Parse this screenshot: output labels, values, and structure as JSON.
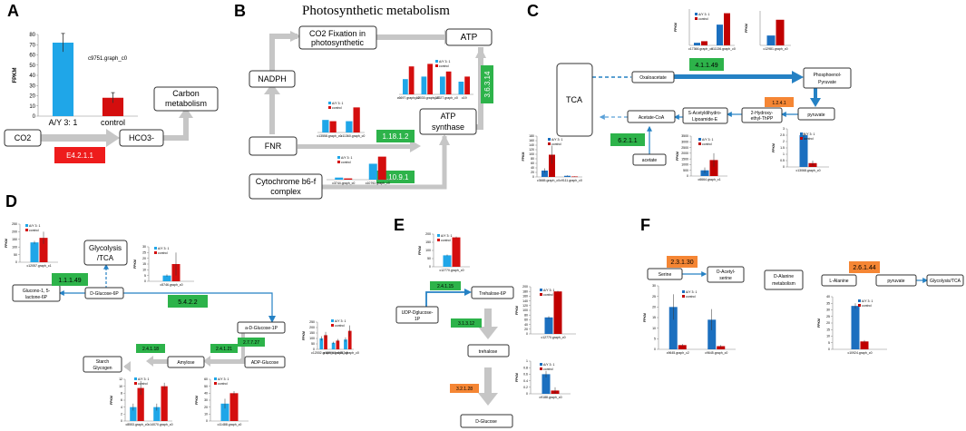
{
  "figure": {
    "title": "Photosynthetic metabolism",
    "panels": [
      "A",
      "B",
      "C",
      "D",
      "E",
      "F"
    ],
    "legend_a": "A/Y 3: 1",
    "legend_b": "control",
    "colors": {
      "a": "#1fa6e8",
      "b": "#d40e0e",
      "a_dark": "#1b6fbf",
      "b_dark": "#c00000",
      "green": "#2db34a",
      "red": "#ee1c1c",
      "orange": "#f58634",
      "arrow_gray": "#c6c6c6",
      "arrow_blue": "#2581c4"
    }
  },
  "nodes": {
    "a_co2": "CO2",
    "a_hco3": "HCO3-",
    "a_carbon": [
      "Carbon",
      "metabolism"
    ],
    "b_co2fix": [
      "CO2 Fixation in",
      "photosynthetic"
    ],
    "b_atp": "ATP",
    "b_nadph": "NADPH",
    "b_fnr": "FNR",
    "b_atps": [
      "ATP",
      "synthase"
    ],
    "b_cyt": [
      "Cytochrome b6-f",
      "complex"
    ],
    "c_tca": "TCA",
    "c_oxa": "Oxaloacetate",
    "c_pep": [
      "Phosphoenol-",
      "Pyruvate"
    ],
    "c_pyr": "pyruvate",
    "c_hyd": [
      "2-Hydroxy-",
      "ethyl-ThPP"
    ],
    "c_ace": [
      "S-Acetyldihydro-",
      "Lipoamide-E"
    ],
    "c_acoa": "Acetate-CoA",
    "c_acetate": "acetate",
    "d_gly": [
      "Glycolysis",
      "/TCA"
    ],
    "d_g6p": "D-Glucose-6P",
    "d_glu15": [
      "Glucono-1, 5-",
      "lactone-6P"
    ],
    "d_a1p": "a-D-Glucose-1P",
    "d_adp": "ADP-Glucose",
    "d_amy": "Amylose",
    "d_starch": [
      "Starch",
      "Glycogen"
    ],
    "e_udp": [
      "UDP-Dglucose-",
      "1P"
    ],
    "e_t6p": "Trehalose-6P",
    "e_tre": "trehalose",
    "e_dglu": "D-Glucose",
    "f_ser": "Serine",
    "f_oas": [
      "O-Acetyl-",
      "serine"
    ],
    "f_dala": [
      "D-Alanine",
      "metabolism"
    ],
    "f_lala": "L-Alanine",
    "f_pyr": "pyruvate",
    "f_gly": "Glycolysis/TCA"
  },
  "ec_labels": {
    "a": "E4.2.1.1",
    "b1": "1.18.1.2",
    "b2": "1.10.9.1",
    "b3": "3.6.3.14",
    "c1": "4.1.1.49",
    "c2": "1.2.4.1",
    "c3": "6.2.1.1",
    "d1": "1.1.1.49",
    "d2": "5.4.2.2",
    "d3": "2.7.7.27",
    "d4": "2.4.1.21",
    "d5": "2.4.1.18",
    "e1": "2.4.1.15",
    "e2": "3.1.3.12",
    "e3": "3.2.1.28",
    "f1": "2.3.1.30",
    "f2": "2.6.1.44"
  },
  "chart_data": [
    {
      "id": "A",
      "type": "bar",
      "ylabel": "FPKM",
      "ylim": [
        0,
        80
      ],
      "yticks": [
        0,
        10,
        20,
        30,
        40,
        50,
        60,
        70,
        80
      ],
      "gene": "c9751.graph_c0",
      "categories": [
        "A/Y 3:  1",
        "control"
      ],
      "values": [
        72,
        18
      ],
      "errors": [
        9,
        5
      ]
    },
    {
      "id": "B1",
      "type": "bar",
      "categories": [
        "c13558.graph_c0",
        "c11360.graph_c0"
      ],
      "series": [
        {
          "values": [
            20,
            18
          ]
        },
        {
          "values": [
            18,
            40
          ]
        }
      ],
      "ymax": 55
    },
    {
      "id": "B2",
      "type": "bar",
      "categories": [
        "c3744.graph_c0",
        "c10792.graph_c0"
      ],
      "series": [
        {
          "values": [
            5,
            38
          ]
        },
        {
          "values": [
            3,
            55
          ]
        }
      ],
      "ymax": 65
    },
    {
      "id": "B3",
      "type": "bar",
      "categories": [
        "c6697.graph_c0",
        "c12030.graph_c0",
        "c12027.graph_c0",
        "c19"
      ],
      "series": [
        {
          "values": [
            30,
            35,
            35,
            25
          ]
        },
        {
          "values": [
            55,
            60,
            45,
            35
          ]
        }
      ],
      "ymax": 75
    },
    {
      "id": "C1",
      "type": "bar",
      "ylabel": "FPKM",
      "categories": [
        "c17366.graph_c0",
        "c11136.graph_c0"
      ],
      "series": [
        {
          "values": [
            5,
            40
          ]
        },
        {
          "values": [
            8,
            62
          ]
        }
      ],
      "ymax": 70
    },
    {
      "id": "C2",
      "type": "bar",
      "ylabel": "FPKM",
      "categories": [
        "c12981.graph_c0"
      ],
      "series": [
        {
          "values": [
            20
          ]
        },
        {
          "values": [
            52
          ]
        }
      ],
      "ymax": 70
    },
    {
      "id": "C3",
      "type": "bar",
      "ylabel": "FPKM",
      "ylim": [
        0,
        180
      ],
      "yticks": [
        0,
        20,
        40,
        60,
        80,
        100,
        120,
        140,
        160,
        180
      ],
      "categories": [
        "c3665.graph_c0",
        "c9111.graph_c0"
      ],
      "series": [
        {
          "values": [
            28,
            5
          ]
        },
        {
          "values": [
            98,
            2
          ]
        }
      ],
      "errors": [
        [
          10,
          2
        ],
        [
          40,
          1
        ]
      ]
    },
    {
      "id": "C4",
      "type": "bar",
      "ylabel": "FPKM",
      "ylim": [
        0,
        3500
      ],
      "yticks": [
        0,
        500,
        1000,
        1500,
        2000,
        2500,
        3000,
        3500
      ],
      "categories": [
        "c6664.graph_c1"
      ],
      "series": [
        {
          "values": [
            500
          ]
        },
        {
          "values": [
            1400
          ]
        }
      ],
      "errors": [
        [
          250
        ],
        [
          600
        ]
      ]
    },
    {
      "id": "C5",
      "type": "bar",
      "ylabel": "FPKM",
      "ylim": [
        0,
        3
      ],
      "yticks": [
        0,
        0.5,
        1,
        1.5,
        2,
        2.5,
        3
      ],
      "categories": [
        "c13068.graph_c0"
      ],
      "series": [
        {
          "values": [
            2.5
          ]
        },
        {
          "values": [
            0.3
          ]
        }
      ],
      "errors": [
        [
          0.2
        ],
        [
          0.2
        ]
      ]
    },
    {
      "id": "D1",
      "type": "bar",
      "ylabel": "FPKM",
      "ylim": [
        0,
        250
      ],
      "yticks": [
        0,
        50,
        100,
        150,
        200,
        250
      ],
      "categories": [
        "c12057.graph_c1"
      ],
      "series": [
        {
          "values": [
            130
          ]
        },
        {
          "values": [
            160
          ]
        }
      ],
      "errors": [
        [
          10
        ],
        [
          40
        ]
      ]
    },
    {
      "id": "D2",
      "type": "bar",
      "ylabel": "FPKM",
      "ylim": [
        0,
        30
      ],
      "yticks": [
        0,
        5,
        10,
        15,
        20,
        25,
        30
      ],
      "categories": [
        "c5746.graph_c0"
      ],
      "series": [
        {
          "values": [
            5
          ]
        },
        {
          "values": [
            15
          ]
        }
      ],
      "errors": [
        [
          1
        ],
        [
          10
        ]
      ]
    },
    {
      "id": "D3",
      "type": "bar",
      "ylabel": "FPKM",
      "ylim": [
        0,
        250
      ],
      "yticks": [
        0,
        50,
        100,
        150,
        200,
        250
      ],
      "categories": [
        "c12002.graph_c0",
        "c13096.graph_c0",
        "c9152.graph_c0"
      ],
      "series": [
        {
          "values": [
            100,
            60,
            90
          ]
        },
        {
          "values": [
            130,
            80,
            170
          ]
        }
      ],
      "errors": [
        [
          20,
          10,
          20
        ],
        [
          30,
          15,
          50
        ]
      ]
    },
    {
      "id": "D4",
      "type": "bar",
      "ylabel": "FPKM",
      "ylim": [
        0,
        12
      ],
      "yticks": [
        0,
        2,
        4,
        6,
        8,
        10,
        12
      ],
      "categories": [
        "c8553.graph_c0",
        "c14070.graph_c0"
      ],
      "series": [
        {
          "values": [
            4,
            4
          ]
        },
        {
          "values": [
            9.5,
            10
          ]
        }
      ],
      "errors": [
        [
          1,
          1
        ],
        [
          2,
          1
        ]
      ]
    },
    {
      "id": "D5",
      "type": "bar",
      "ylabel": "FPKM",
      "ylim": [
        0,
        60
      ],
      "yticks": [
        0,
        10,
        20,
        30,
        40,
        50,
        60
      ],
      "categories": [
        "c11488.graph_c0"
      ],
      "series": [
        {
          "values": [
            25
          ]
        },
        {
          "values": [
            40
          ]
        }
      ],
      "errors": [
        [
          7
        ],
        [
          3
        ]
      ]
    },
    {
      "id": "E1",
      "type": "bar",
      "ylabel": "FPKM",
      "ylim": [
        0,
        200
      ],
      "yticks": [
        0,
        50,
        100,
        150,
        200
      ],
      "categories": [
        "c12770.graph_c0"
      ],
      "series": [
        {
          "values": [
            70
          ]
        },
        {
          "values": [
            180
          ]
        }
      ],
      "errors": [
        [
          5
        ],
        [
          5
        ]
      ]
    },
    {
      "id": "E2",
      "type": "bar",
      "ylabel": "FPKM",
      "ylim": [
        0,
        200
      ],
      "yticks": [
        0,
        20,
        40,
        60,
        80,
        100,
        120,
        140,
        160,
        180,
        200
      ],
      "categories": [
        "c12770.graph_c0"
      ],
      "series": [
        {
          "values": [
            70
          ]
        },
        {
          "values": [
            180
          ]
        }
      ],
      "errors": [
        [
          5
        ],
        [
          3
        ]
      ]
    },
    {
      "id": "E3",
      "type": "bar",
      "ylabel": "FPKM",
      "ylim": [
        0,
        1
      ],
      "yticks": [
        0,
        0.2,
        0.4,
        0.6,
        0.8,
        1
      ],
      "categories": [
        "c9188.graph_c0"
      ],
      "series": [
        {
          "values": [
            0.6
          ]
        },
        {
          "values": [
            0.1
          ]
        }
      ],
      "errors": [
        [
          0.1
        ],
        [
          0.1
        ]
      ]
    },
    {
      "id": "F1",
      "type": "bar",
      "ylabel": "FPKM",
      "ylim": [
        0,
        30
      ],
      "yticks": [
        0,
        5,
        10,
        15,
        20,
        25,
        30
      ],
      "categories": [
        "c9645.graph_c2",
        "c9645.graph_c0"
      ],
      "series": [
        {
          "values": [
            20,
            14
          ]
        },
        {
          "values": [
            2,
            1.5
          ]
        }
      ],
      "errors": [
        [
          6,
          5
        ],
        [
          0.5,
          0.5
        ]
      ]
    },
    {
      "id": "F2",
      "type": "bar",
      "ylabel": "FPKM",
      "ylim": [
        0,
        40
      ],
      "yticks": [
        0,
        5,
        10,
        15,
        20,
        25,
        30,
        35,
        40
      ],
      "categories": [
        "c10924.graph_c0"
      ],
      "series": [
        {
          "values": [
            33
          ]
        },
        {
          "values": [
            6
          ]
        }
      ],
      "errors": [
        [
          2
        ],
        [
          1
        ]
      ]
    }
  ]
}
